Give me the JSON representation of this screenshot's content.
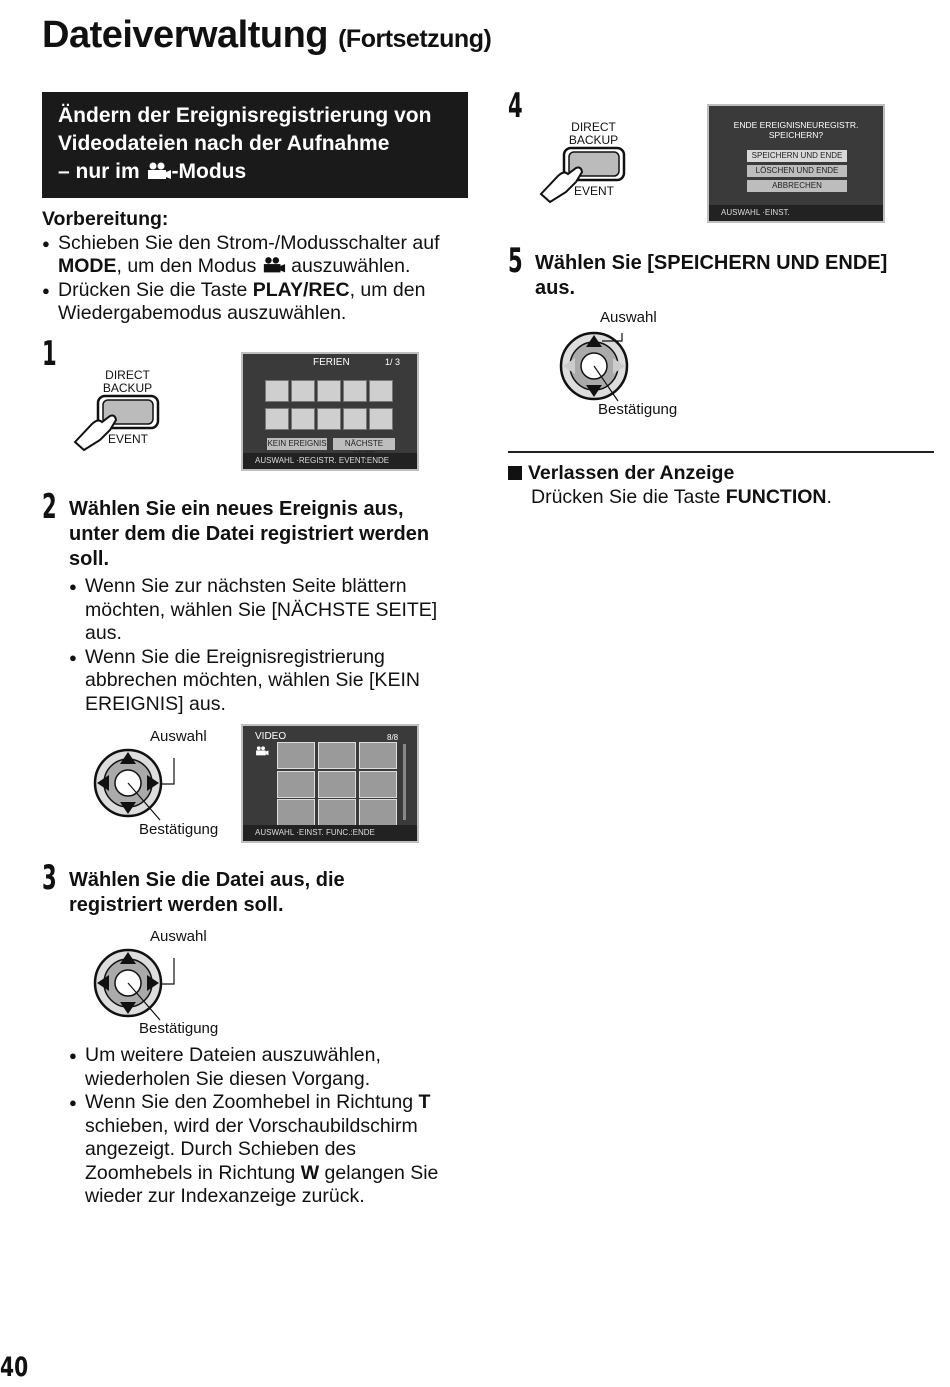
{
  "title": {
    "main": "Dateiverwaltung",
    "sub": "(Fortsetzung)"
  },
  "section": {
    "line1": "Ändern der Ereignisregistrierung von",
    "line2": "Videodateien nach der Aufnahme",
    "line3_pre": "– nur im",
    "line3_post": "-Modus"
  },
  "prep": {
    "heading": "Vorbereitung:",
    "b1_pre": "Schieben Sie den Strom-/Modusschalter auf",
    "b1_bold": "MODE",
    "b1_mid": ", um den Modus",
    "b1_post": "auszuwählen.",
    "b2_pre": "Drücken Sie die Taste",
    "b2_bold": "PLAY/REC",
    "b2_post": ", um den",
    "b2_line2": "Wiedergabemodus auszuwählen."
  },
  "button": {
    "line1": "DIRECT",
    "line2": "BACKUP",
    "event": "EVENT"
  },
  "step1": {
    "num": "1",
    "screen": {
      "title": "FERIEN",
      "page": "1/ 3",
      "btn_left": "KEIN EREIGNIS",
      "btn_right": "NÄCHSTE SEITE",
      "footer": "AUSWAHL ·REGISTR. EVENT:ENDE"
    }
  },
  "step2": {
    "num": "2",
    "head1": "Wählen Sie ein neues Ereignis aus,",
    "head2": "unter dem die Datei registriert werden",
    "head3": "soll.",
    "b1_l1": "Wenn Sie zur nächsten Seite blättern",
    "b1_l2": "möchten, wählen Sie [NÄCHSTE SEITE]",
    "b1_l3": "aus.",
    "b2_l1": "Wenn Sie die Ereignisregistrierung",
    "b2_l2": "abbrechen möchten, wählen Sie [KEIN",
    "b2_l3": "EREIGNIS] aus.",
    "screen": {
      "title": "VIDEO",
      "page": "8/8",
      "footer": "AUSWAHL ·EINST.  FUNC.:ENDE"
    }
  },
  "step3": {
    "num": "3",
    "head1": "Wählen Sie die Datei aus, die",
    "head2": "registriert werden soll.",
    "b1_l1": "Um weitere Dateien auszuwählen,",
    "b1_l2": "wiederholen Sie diesen Vorgang.",
    "b2_l1_pre": "Wenn Sie den Zoomhebel in Richtung",
    "b2_l1_bold": "T",
    "b2_l2": "schieben, wird der Vorschaubildschirm",
    "b2_l3": "angezeigt. Durch Schieben des",
    "b2_l4_pre": "Zoomhebels in Richtung",
    "b2_l4_bold": "W",
    "b2_l4_post": "gelangen Sie",
    "b2_l5": "wieder zur Indexanzeige zurück."
  },
  "joystick": {
    "select": "Auswahl",
    "confirm": "Bestätigung"
  },
  "step4": {
    "num": "4",
    "screen": {
      "title1": "ENDE EREIGNISNEUREGISTR.",
      "title2": "SPEICHERN?",
      "opt1": "SPEICHERN UND ENDE",
      "opt2": "LÖSCHEN UND ENDE",
      "opt3": "ABBRECHEN",
      "footer": "AUSWAHL ·EINST."
    }
  },
  "step5": {
    "num": "5",
    "head1": "Wählen Sie [SPEICHERN UND ENDE]",
    "head2": "aus."
  },
  "exit": {
    "heading": "Verlassen der Anzeige",
    "text_pre": "Drücken Sie die Taste",
    "text_bold": "FUNCTION",
    "text_post": "."
  },
  "page_number": "40"
}
